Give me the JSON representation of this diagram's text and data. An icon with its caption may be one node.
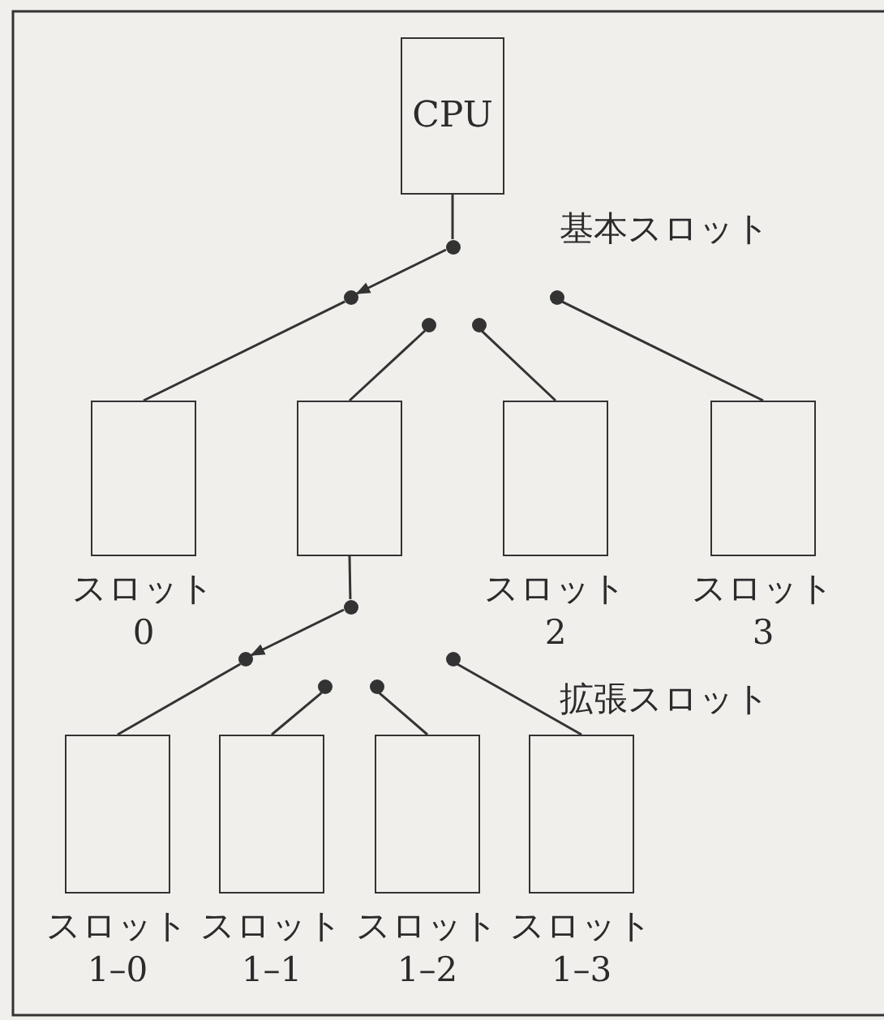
{
  "diagram": {
    "nodes": [
      {
        "text": [
          "CPU"
        ]
      },
      {
        "text": [],
        "shape": "circle"
      },
      {
        "text": [],
        "shape": "circle"
      },
      {
        "text": [],
        "shape": "circle"
      },
      {
        "text": [],
        "shape": "circle"
      },
      {
        "text": [],
        "shape": "circle"
      },
      {
        "text": [],
        "shape": "box",
        "beside": [
          "スロット 0"
        ]
      },
      {
        "text": [],
        "shape": "box"
      },
      {
        "text": [],
        "shape": "box",
        "beside": [
          "スロット 2"
        ]
      },
      {
        "text": [],
        "shape": "box",
        "beside": [
          "スロット 3"
        ]
      },
      {
        "text": [],
        "shape": "circle"
      },
      {
        "text": [],
        "shape": "circle"
      },
      {
        "text": [],
        "shape": "circle"
      },
      {
        "text": [],
        "shape": "circle"
      },
      {
        "text": [],
        "shape": "circle"
      },
      {
        "text": [],
        "shape": "box",
        "beside": [
          "スロット 1–0"
        ]
      },
      {
        "text": [],
        "shape": "box",
        "beside": [
          "スロット 1–1"
        ]
      },
      {
        "text": [],
        "shape": "box",
        "beside": [
          "スロット 1–2"
        ]
      },
      {
        "text": [],
        "shape": "box",
        "beside": [
          "スロット 1–3"
        ]
      }
    ],
    "edges": [
      {
        "from": 0,
        "to": 1,
        "arrow": "none"
      },
      {
        "from": 1,
        "to": 2,
        "arrow": "to"
      },
      {
        "from": 2,
        "to": 6,
        "arrow": "none"
      },
      {
        "from": 3,
        "to": 7,
        "arrow": "none"
      },
      {
        "from": 4,
        "to": 8,
        "arrow": "none"
      },
      {
        "from": 5,
        "to": 9,
        "arrow": "none"
      },
      {
        "from": 7,
        "to": 10,
        "arrow": "none"
      },
      {
        "from": 10,
        "to": 11,
        "arrow": "to"
      },
      {
        "from": 11,
        "to": 15,
        "arrow": "none"
      },
      {
        "from": 12,
        "to": 16,
        "arrow": "none"
      },
      {
        "from": 13,
        "to": 17,
        "arrow": "none"
      },
      {
        "from": 14,
        "to": 18,
        "arrow": "none"
      }
    ],
    "labels": [
      "基本スロット",
      "拡張スロット"
    ]
  }
}
